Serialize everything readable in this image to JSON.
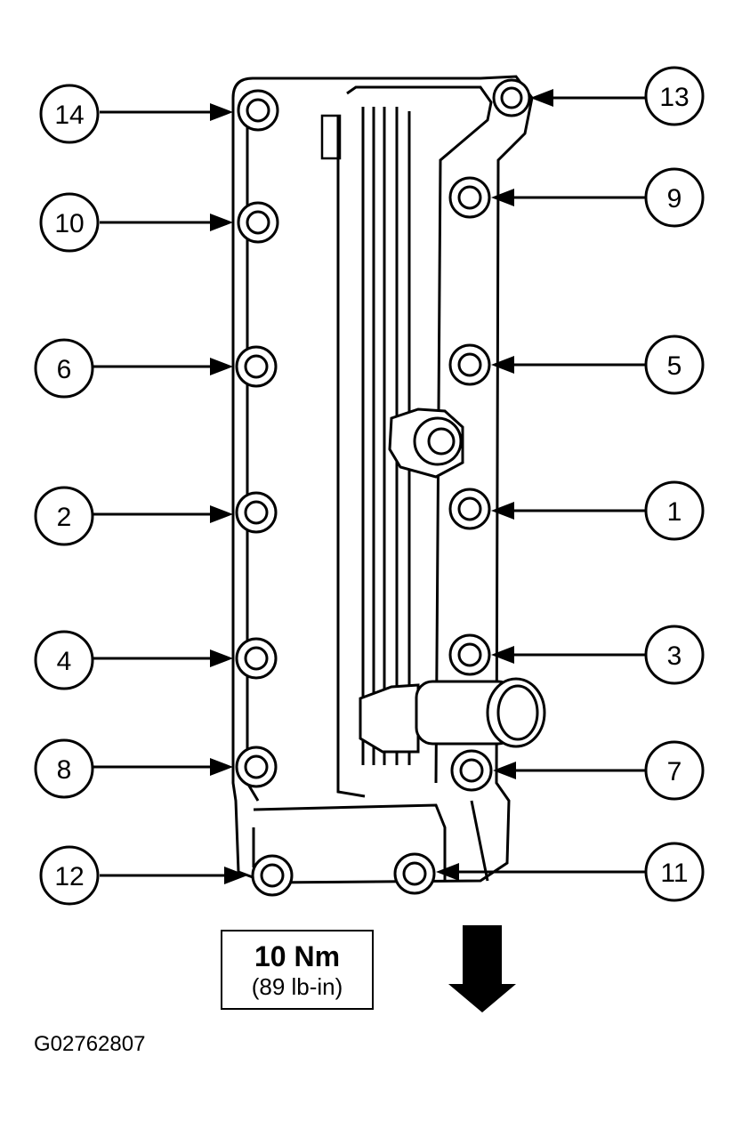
{
  "callouts": [
    {
      "label": "1"
    },
    {
      "label": "2"
    },
    {
      "label": "3"
    },
    {
      "label": "4"
    },
    {
      "label": "5"
    },
    {
      "label": "6"
    },
    {
      "label": "7"
    },
    {
      "label": "8"
    },
    {
      "label": "9"
    },
    {
      "label": "10"
    },
    {
      "label": "11"
    },
    {
      "label": "12"
    },
    {
      "label": "13"
    },
    {
      "label": "14"
    }
  ],
  "torque": {
    "value_nm": "10 Nm",
    "value_lbin": "(89 lb-in)"
  },
  "figure_id": "G02762807",
  "direction_icon": "down-arrow-icon"
}
